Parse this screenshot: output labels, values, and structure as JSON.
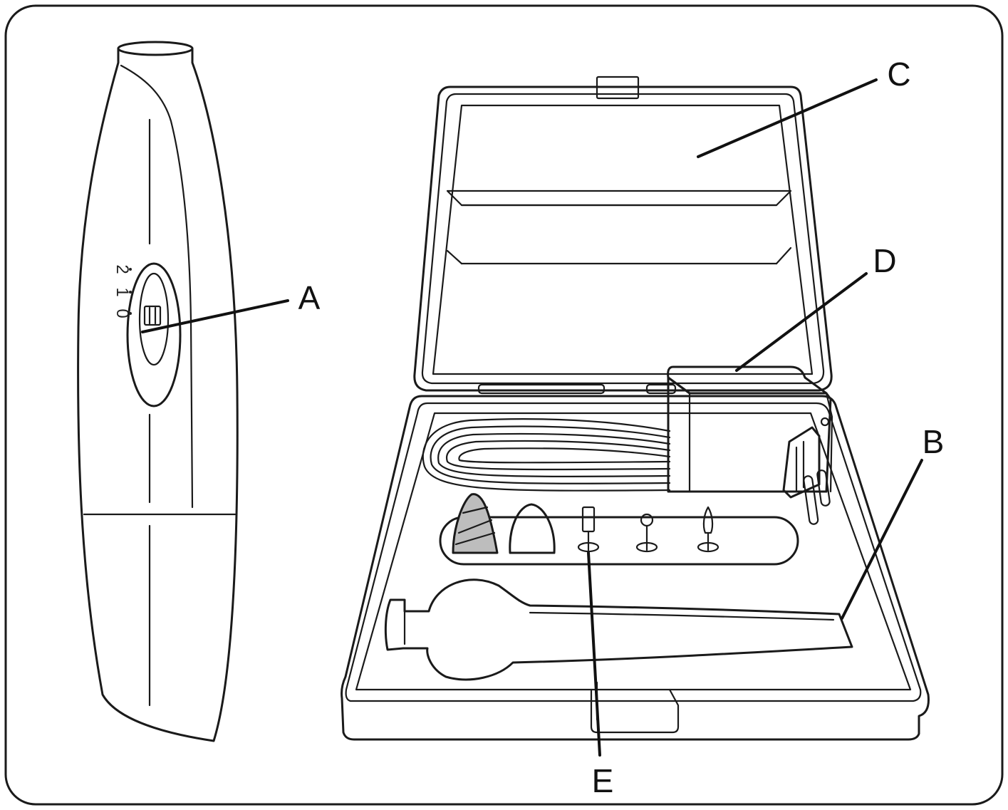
{
  "callouts": {
    "a": "A",
    "b": "B",
    "c": "C",
    "d": "D",
    "e": "E"
  },
  "speed_switch_scale": [
    "2",
    "1",
    "0"
  ]
}
